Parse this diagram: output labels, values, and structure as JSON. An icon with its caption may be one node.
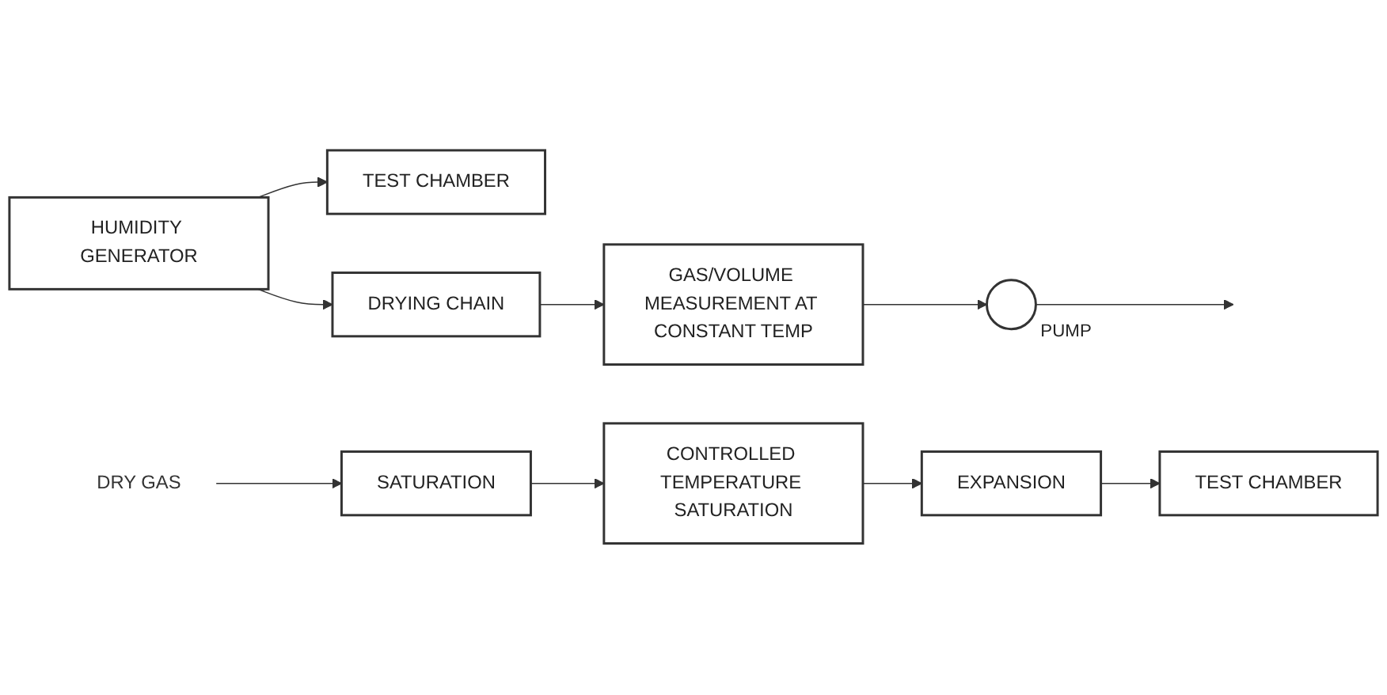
{
  "diagram": {
    "nodes": [
      {
        "text": [
          "HUMIDITY GENERATOR"
        ]
      },
      {
        "text": [
          "TEST CHAMBER"
        ]
      },
      {
        "text": [
          "DRYING CHAIN"
        ]
      },
      {
        "text": [
          "GAS/VOLUME MEASUREMENT AT CONSTANT TEMP"
        ]
      },
      {
        "text": [],
        "shape": "circle",
        "beside": [
          "PUMP"
        ]
      },
      {
        "text": [
          "DRY GAS"
        ]
      },
      {
        "text": [
          "SATURATION"
        ]
      },
      {
        "text": [
          "CONTROLLED TEMPERATURE SATURATION"
        ]
      },
      {
        "text": [
          "EXPANSION"
        ]
      },
      {
        "text": [
          "TEST CHAMBER"
        ]
      }
    ],
    "edges": [
      {
        "from": 0,
        "to": 1,
        "arrow": "to"
      },
      {
        "from": 0,
        "to": 2,
        "arrow": "to"
      },
      {
        "from": 2,
        "to": 3,
        "arrow": "to"
      },
      {
        "from": 3,
        "to": 4,
        "arrow": "to"
      },
      {
        "from": 4,
        "to": null,
        "arrow": "to"
      },
      {
        "from": 5,
        "to": 6,
        "arrow": "to"
      },
      {
        "from": 6,
        "to": 7,
        "arrow": "to"
      },
      {
        "from": 7,
        "to": 8,
        "arrow": "to"
      },
      {
        "from": 8,
        "to": 9,
        "arrow": "to"
      }
    ]
  }
}
